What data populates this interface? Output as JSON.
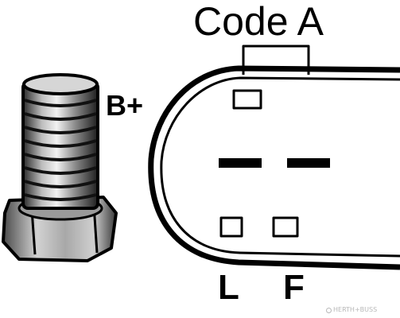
{
  "labels": {
    "code": "Code A",
    "b_plus": "B+",
    "l": "L",
    "f": "F"
  },
  "watermark": "HERTH+BUSS",
  "colors": {
    "ink": "#000000",
    "background": "#ffffff",
    "watermark": "#b8b8b8"
  }
}
